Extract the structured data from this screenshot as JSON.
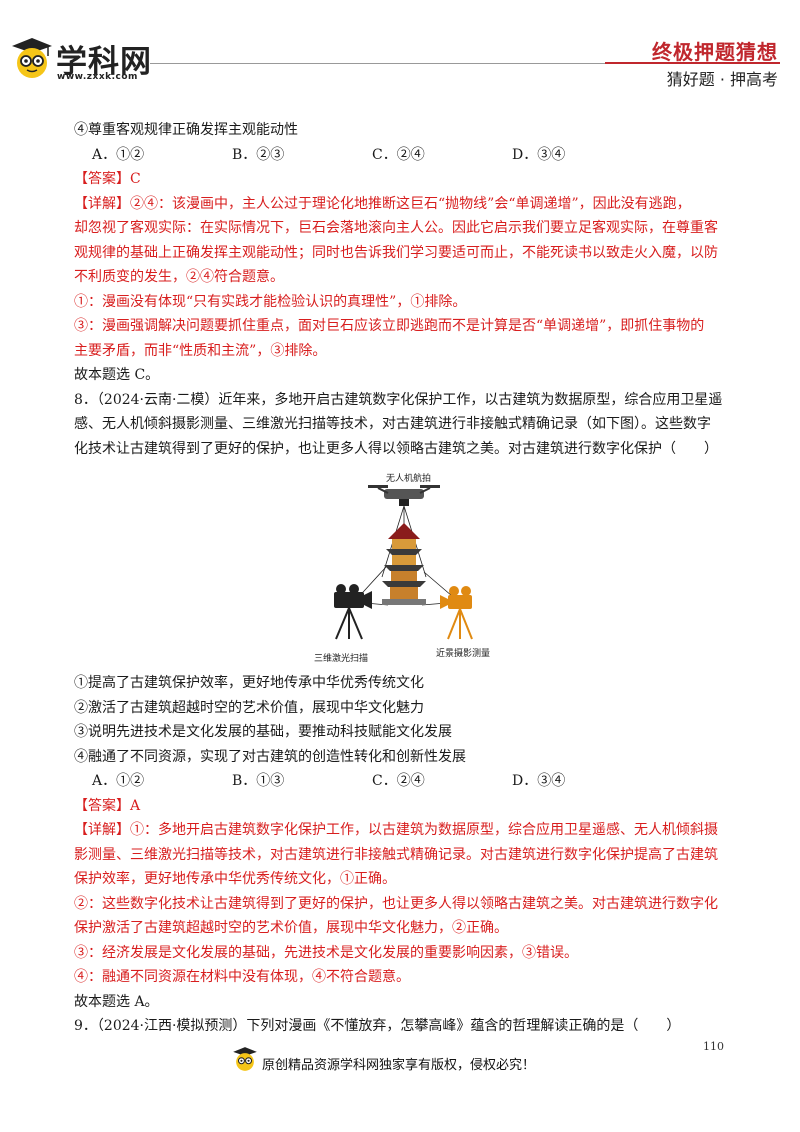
{
  "header": {
    "logo_text": "学科网",
    "logo_url": "www.zxxk.com",
    "slogan_top": "终极押题猜想",
    "slogan_sub": "猜好题 · 押高考"
  },
  "q7": {
    "item4": "④尊重客观规律正确发挥主观能动性",
    "options": [
      "A．①②",
      "B．②③",
      "C．②④",
      "D．③④"
    ],
    "answer": "【答案】C",
    "detail": [
      "【详解】②④：该漫画中，主人公过于理论化地推断这巨石“抛物线”会“单调递增”，因此没有逃跑，",
      "却忽视了客观实际：在实际情况下，巨石会落地滚向主人公。因此它启示我们要立足客观实际，在尊重客",
      "观规律的基础上正确发挥主观能动性；同时也告诉我们学习要适可而止，不能死读书以致走火入魔，以防",
      "不利质变的发生，②④符合题意。",
      "①：漫画没有体现“只有实践才能检验认识的真理性”，①排除。",
      "③：漫画强调解决问题要抓住重点，面对巨石应该立即逃跑而不是计算是否“单调递增”，即抓住事物的",
      "主要矛盾，而非“性质和主流”，③排除。"
    ],
    "conclusion": "故本题选 C。"
  },
  "q8": {
    "stem": [
      "8．（2024·云南·二模）近年来，多地开启古建筑数字化保护工作，以古建筑为数据原型，综合应用卫星遥",
      "感、无人机倾斜摄影测量、三维激光扫描等技术，对古建筑进行非接触式精确记录（如下图）。这些数字",
      "化技术让古建筑得到了更好的保护，也让更多人得以领略古建筑之美。对古建筑进行数字化保护（　　）"
    ],
    "figure_labels": {
      "drone": "无人机航拍",
      "scanner": "三维激光扫描",
      "camera": "近景摄影测量"
    },
    "items": [
      "①提高了古建筑保护效率，更好地传承中华优秀传统文化",
      "②激活了古建筑超越时空的艺术价值，展现中华文化魅力",
      "③说明先进技术是文化发展的基础，要推动科技赋能文化发展",
      "④融通了不同资源，实现了对古建筑的创造性转化和创新性发展"
    ],
    "options": [
      "A．①②",
      "B．①③",
      "C．②④",
      "D．③④"
    ],
    "answer": "【答案】A",
    "detail": [
      "【详解】①：多地开启古建筑数字化保护工作，以古建筑为数据原型，综合应用卫星遥感、无人机倾斜摄",
      "影测量、三维激光扫描等技术，对古建筑进行非接触式精确记录。对古建筑进行数字化保护提高了古建筑",
      "保护效率，更好地传承中华优秀传统文化，①正确。",
      "②：这些数字化技术让古建筑得到了更好的保护，也让更多人得以领略古建筑之美。对古建筑进行数字化",
      "保护激活了古建筑超越时空的艺术价值，展现中华文化魅力，②正确。",
      "③：经济发展是文化发展的基础，先进技术是文化发展的重要影响因素，③错误。",
      "④：融通不同资源在材料中没有体现，④不符合题意。"
    ],
    "conclusion": "故本题选 A。"
  },
  "q9": {
    "stem": "9．（2024·江西·模拟预测）下列对漫画《不懂放弃，怎攀高峰》蕴含的哲理解读正确的是（　　）"
  },
  "page_number": "110",
  "footer": {
    "text": "原创精品资源学科网独家享有版权，侵权必究！"
  },
  "colors": {
    "answer_red": "#d81e1e",
    "brand_red": "#c0272d",
    "mascot_yellow": "#f5c518"
  }
}
